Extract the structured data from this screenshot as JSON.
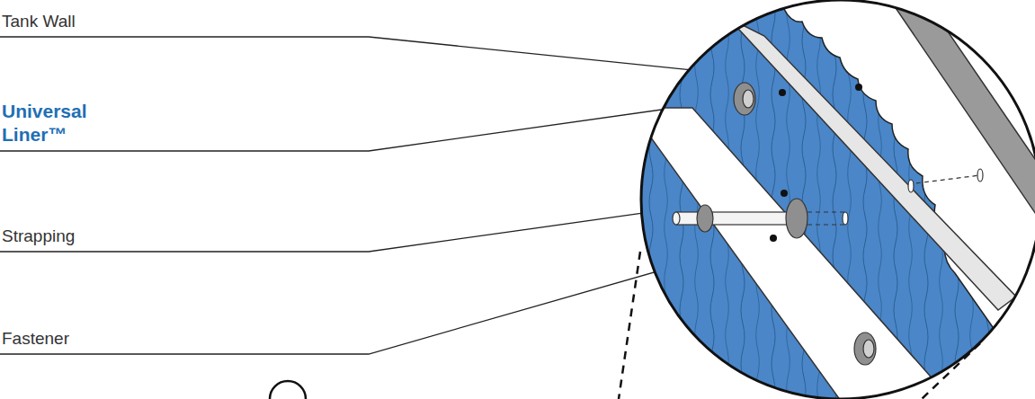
{
  "diagram": {
    "labels": [
      "Tank Wall",
      "Universal Liner™",
      "Strapping",
      "Fastener"
    ]
  }
}
